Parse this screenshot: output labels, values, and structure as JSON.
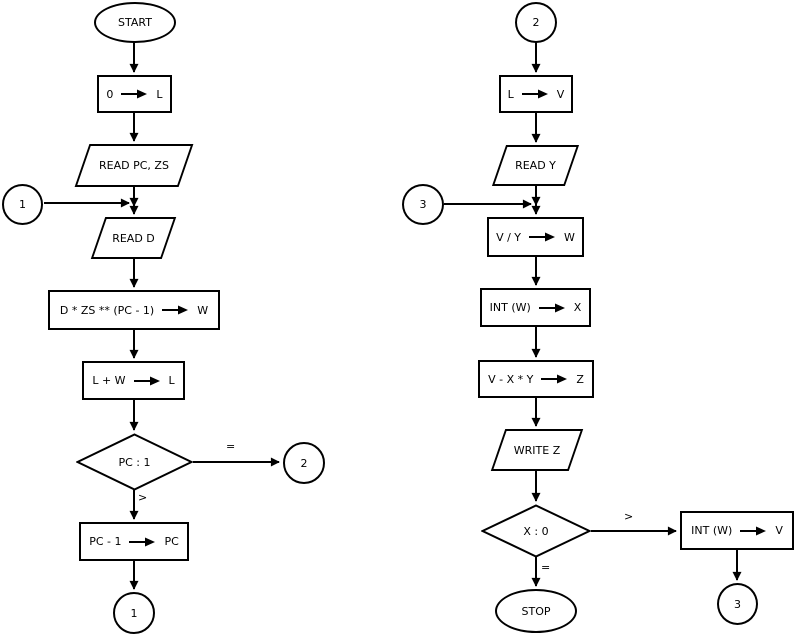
{
  "flowchart": {
    "left": {
      "start_label": "START",
      "assign_zero": {
        "lhs": "0",
        "rhs": "L"
      },
      "read_pc_zs": "READ PC, ZS",
      "loop_connector_in": "1",
      "read_d": "READ D",
      "compute_w": {
        "lhs": "D * ZS ** (PC - 1)",
        "rhs": "W"
      },
      "accumulate_l": {
        "lhs": "L + W",
        "rhs": "L"
      },
      "decision_label": "PC : 1",
      "branch_equal": "=",
      "branch_greater": ">",
      "to_page_connector": "2",
      "decrement_pc": {
        "lhs": "PC - 1",
        "rhs": "PC"
      },
      "loop_connector_out": "1"
    },
    "right": {
      "from_page_connector": "2",
      "assign_v": {
        "lhs": "L",
        "rhs": "V"
      },
      "read_y": "READ Y",
      "loop_connector_in": "3",
      "divide_w": {
        "lhs": "V / Y",
        "rhs": "W"
      },
      "int_x": {
        "lhs": "INT (W)",
        "rhs": "X"
      },
      "remainder_z": {
        "lhs": "V - X * Y",
        "rhs": "Z"
      },
      "write_z": "WRITE Z",
      "decision_label": "X : 0",
      "branch_greater": ">",
      "branch_equal": "=",
      "int_v": {
        "lhs": "INT (W)",
        "rhs": "V"
      },
      "loop_connector_out": "3",
      "stop_label": "STOP"
    },
    "colors": {
      "line": "#000000",
      "fill": "#ffffff"
    }
  }
}
